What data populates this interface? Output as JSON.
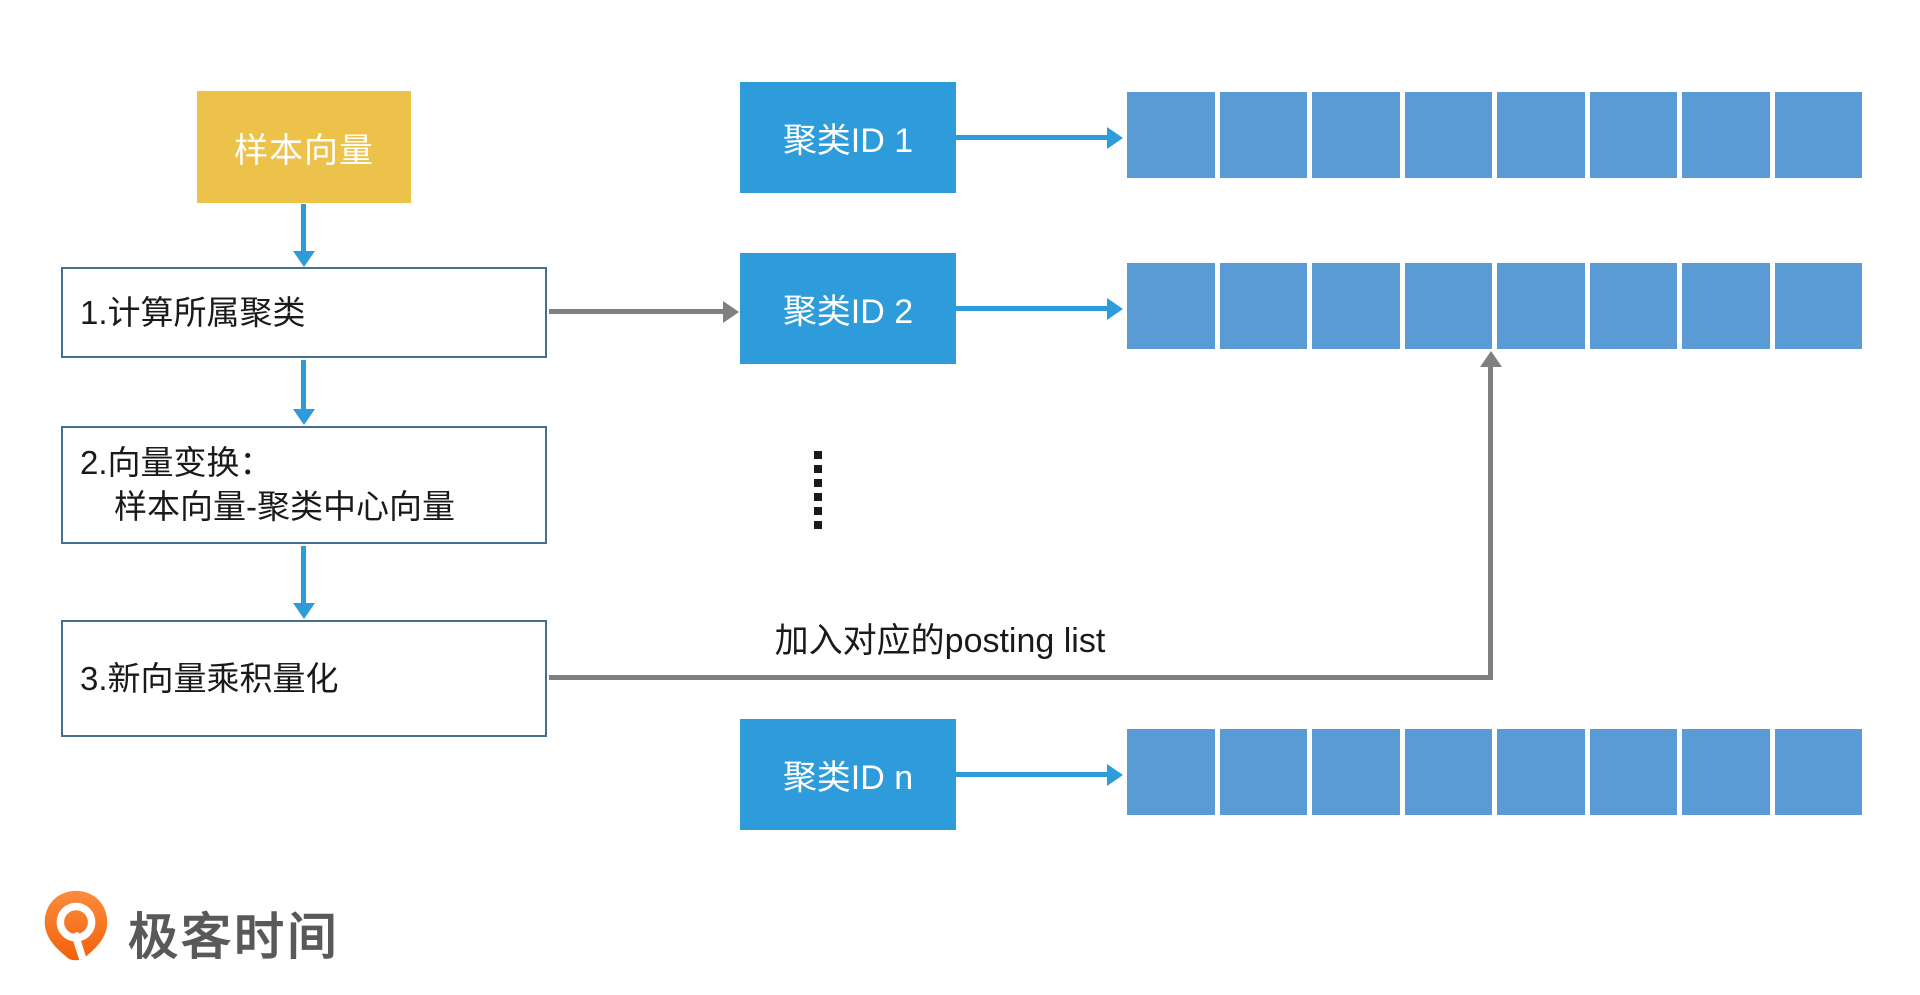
{
  "colors": {
    "accent_blue": "#2E9CDB",
    "cell_blue": "#5B9BD5",
    "box_border": "#44708E",
    "arrow_gray": "#808080",
    "sample_yellow": "#EDC24A",
    "text_dark": "#1A1A1A",
    "logo_text_gray": "#595959"
  },
  "flow": {
    "sample_vector": {
      "label": "样本向量"
    },
    "steps": [
      {
        "lines": [
          "1.计算所属聚类"
        ]
      },
      {
        "lines": [
          "2.向量变换：",
          "样本向量-聚类中心向量"
        ]
      },
      {
        "lines": [
          "3.新向量乘积量化"
        ]
      }
    ]
  },
  "clusters": [
    {
      "label": "聚类ID 1",
      "cells": 8
    },
    {
      "label": "聚类ID 2",
      "cells": 8
    },
    {
      "label": "聚类ID n",
      "cells": 8
    }
  ],
  "ellipsis": {
    "dot_count": 6
  },
  "annotation": {
    "label": "加入对应的posting list"
  },
  "logo": {
    "text": "极客时间",
    "gradient_top": "#FB8C3C",
    "gradient_bottom": "#F15A05"
  }
}
